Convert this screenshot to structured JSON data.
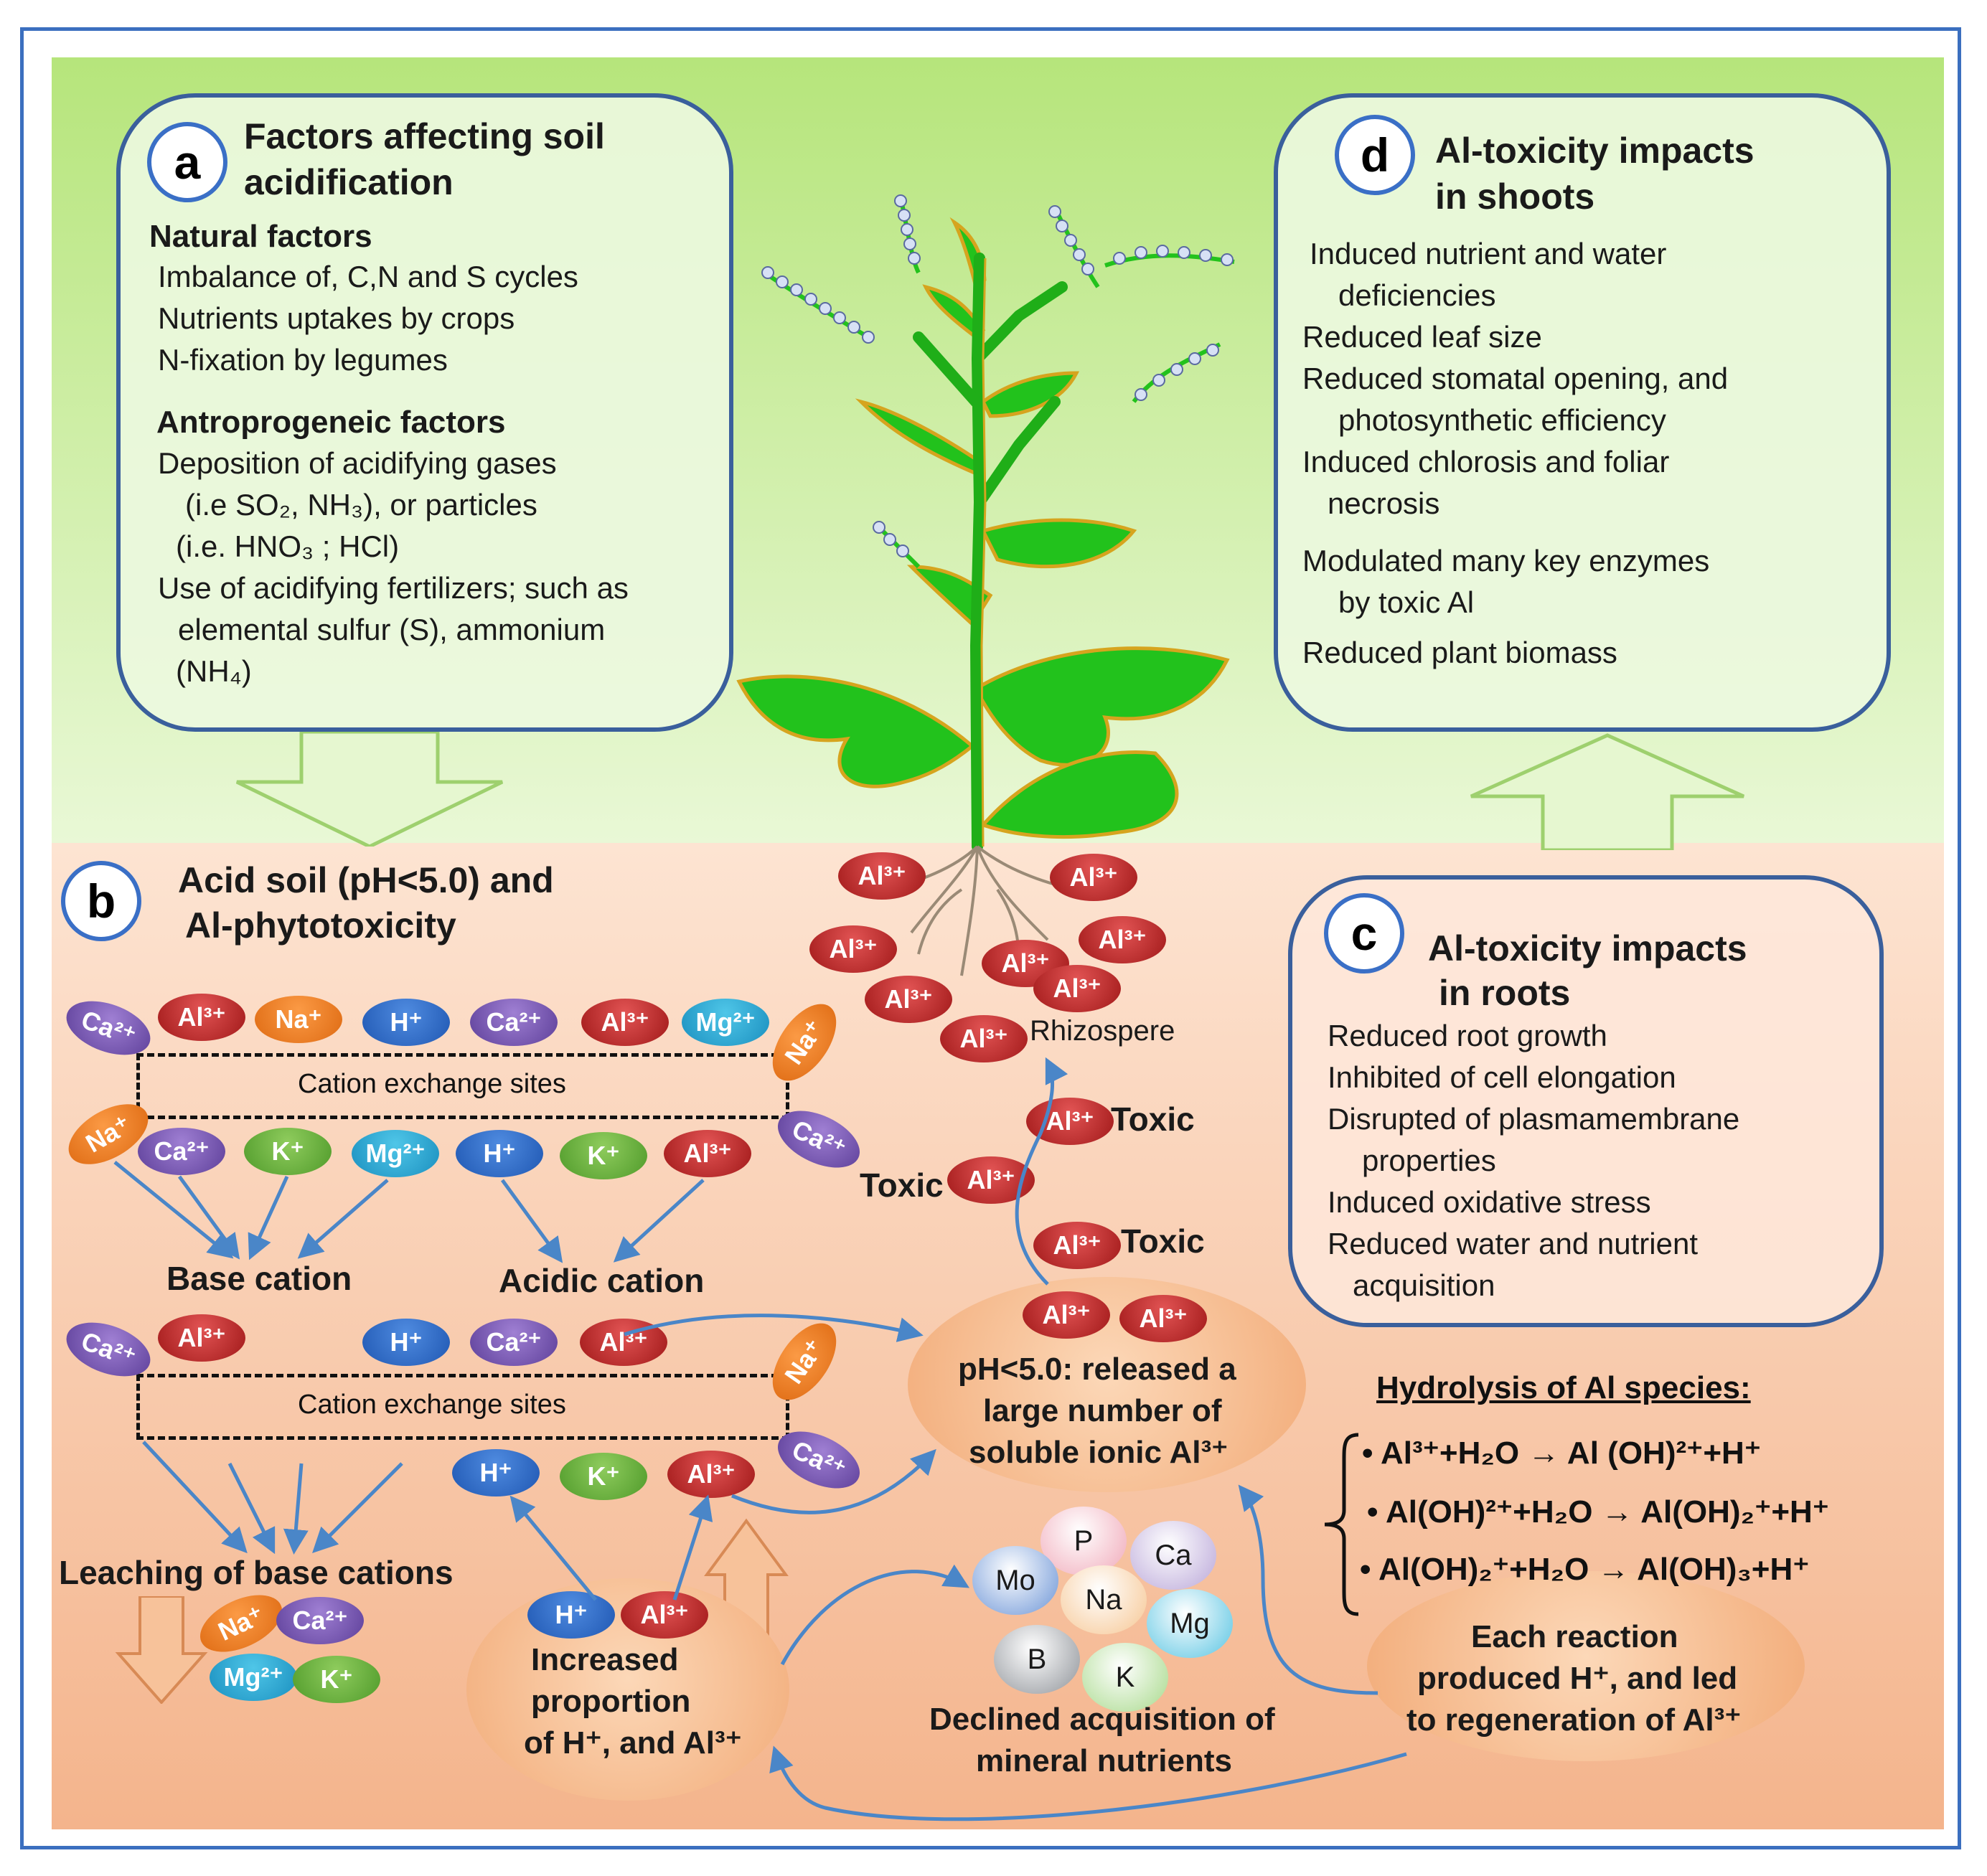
{
  "panel_a": {
    "badge": "a",
    "title_line1": "Factors affecting soil",
    "title_line2": "acidification",
    "natural_heading": "Natural factors",
    "natural_items": [
      "Imbalance of, C,N and S cycles",
      "Nutrients uptakes by crops",
      "N-fixation by legumes"
    ],
    "anthro_heading": "Antroprogeneic factors",
    "anthro_lines": [
      "Deposition of acidifying gases",
      "(i.e SO₂, NH₃), or particles",
      "(i.e. HNO₃ ; HCl)",
      "Use of acidifying fertilizers; such as",
      "elemental sulfur (S),  ammonium",
      "(NH₄)"
    ]
  },
  "panel_b": {
    "badge": "b",
    "title_line1": "Acid soil (pH<5.0) and",
    "title_line2": "Al-phytotoxicity",
    "exchange_label": "Cation exchange  sites",
    "base_cation": "Base cation",
    "acidic_cation": "Acidic cation",
    "leaching": "Leaching of  base cations",
    "increased": [
      "Increased",
      "proportion",
      "of H⁺, and Al³⁺"
    ],
    "released": [
      "pH<5.0: released a",
      "large number of",
      "soluble ionic Al³⁺"
    ],
    "declined": [
      "Declined acquisition of",
      "mineral nutrients"
    ],
    "rhizosphere": "Rhizospere",
    "toxic": "Toxic"
  },
  "panel_c": {
    "badge": "c",
    "title_line1": "Al-toxicity impacts",
    "title_line2": "in roots",
    "lines": [
      "Reduced root growth",
      "Inhibited of cell elongation",
      "Disrupted of plasmamembrane",
      "properties",
      "Induced oxidative stress",
      "Reduced  water and nutrient",
      "acquisition"
    ]
  },
  "panel_d": {
    "badge": "d",
    "title_line1": "Al-toxicity impacts",
    "title_line2": "in shoots",
    "lines": [
      "Induced nutrient and water",
      "deficiencies",
      "Reduced leaf size",
      "Reduced stomatal opening, and",
      "photosynthetic efficiency",
      "Induced chlorosis and foliar",
      "necrosis",
      "Modulated many key  enzymes",
      "by toxic Al",
      "Reduced plant biomass"
    ]
  },
  "hydrolysis": {
    "title": "Hydrolysis of Al species:",
    "equations": [
      "• Al³⁺+H₂O → Al (OH)²⁺+H⁺",
      "• Al(OH)²⁺+H₂O → Al(OH)₂⁺+H⁺",
      "• Al(OH)₂⁺+H₂O → Al(OH)₃+H⁺"
    ],
    "note": [
      "Each reaction",
      "produced H⁺, and led",
      "to regeneration of Al³⁺"
    ]
  },
  "ions": {
    "al": "Al³⁺",
    "ca": "Ca²⁺",
    "na": "Na⁺",
    "h": "H⁺",
    "mg": "Mg²⁺",
    "k": "K⁺"
  },
  "nutrients": [
    "P",
    "Ca",
    "Mo",
    "Na",
    "Mg",
    "B",
    "K"
  ],
  "colors": {
    "al": "#b42020",
    "ca": "#6a4aa8",
    "na": "#f07a1e",
    "h": "#2a64c0",
    "k": "#5ea83a",
    "mg": "#22a0cf",
    "plant": "#22c21c",
    "arrow": "#4a86c8",
    "frame": "#3b6fbf"
  }
}
